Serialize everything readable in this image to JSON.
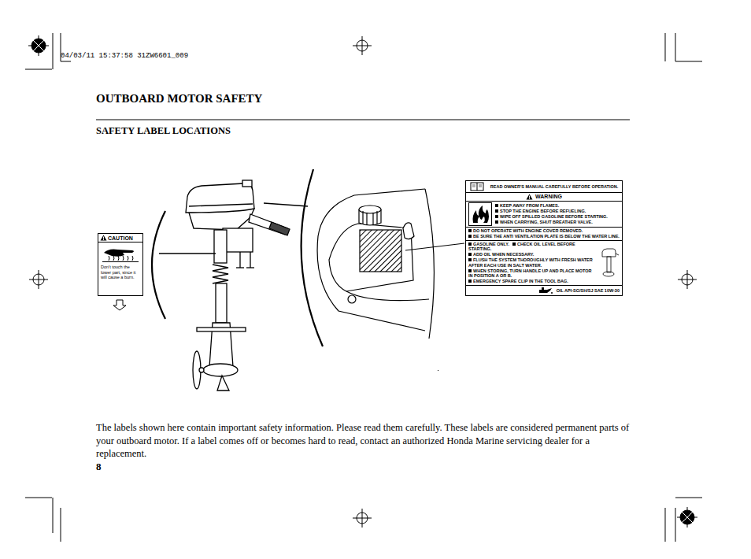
{
  "diagram": {
    "title": "OUTBOARD MOTOR SAFETY",
    "caption": "The labels shown here contain important safety information. Please read them carefully. These labels are considered permanent parts of your outboard motor. If a label comes off or becomes hard to read, contact an authorized Honda Marine servicing dealer for a replacement.",
    "nodes": [
      {
        "text": [
          "CAUTION",
          "Don't touch the lower part, since it will cause a burn."
        ]
      },
      {
        "text": [
          "READ OWNER'S MANUAL CAREFULLY BEFORE OPERATION.",
          "WARNING",
          "KEEP AWAY FROM FLAMES.",
          "STOP THE ENGINE BEFORE REFUELING.",
          "WIPE OFF SPILLED GASOLINE BEFORE STARTING.",
          "WHEN CARRYING, SHUT BREATHER VALVE.",
          "DO NOT OPERATE WITH ENGINE COVER REMOVED.",
          "BE SURE THE ANTI VENTILATION PLATE IS BELOW THE WATER LINE.",
          "GASOLINE ONLY.",
          "CHECK OIL LEVEL BEFORE STARTING.",
          "ADD OIL WHEN NECESSARY.",
          "FLUSH THE SYSTEM THOROUGHLY WITH FRESH WATER AFTER EACH USE IN SALT WATER.",
          "WHEN STORING, TURN HANDLE UP AND PLACE MOTOR IN POSITION A OR B.",
          "EMERGENCY SPARE CLIP IN THE TOOL BAG.",
          "OIL API-SG/SH/SJ SAE 10W-30"
        ]
      }
    ],
    "labels": [
      "04/03/11 15:37:58 31ZW6601_009",
      "SAFETY LABEL LOCATIONS",
      "8"
    ]
  }
}
